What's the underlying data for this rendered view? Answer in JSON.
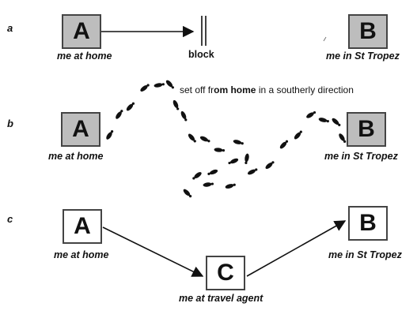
{
  "rows": {
    "a": {
      "label": "a",
      "box_a": "A",
      "caption_a": "me at home",
      "block_label": "block",
      "box_b": "B",
      "caption_b": "me in St Tropez"
    },
    "b": {
      "label": "b",
      "box_a": "A",
      "caption_a": "me at home",
      "note_pre": "set off fr",
      "note_bold": "om home",
      "note_post": " in a southerly direction",
      "box_b": "B",
      "caption_b": "me in St Tropez"
    },
    "c": {
      "label": "c",
      "box_a": "A",
      "caption_a": "me at home",
      "box_c": "C",
      "caption_c": "me at  travel agent",
      "box_b": "B",
      "caption_b": "me in St Tropez"
    }
  }
}
